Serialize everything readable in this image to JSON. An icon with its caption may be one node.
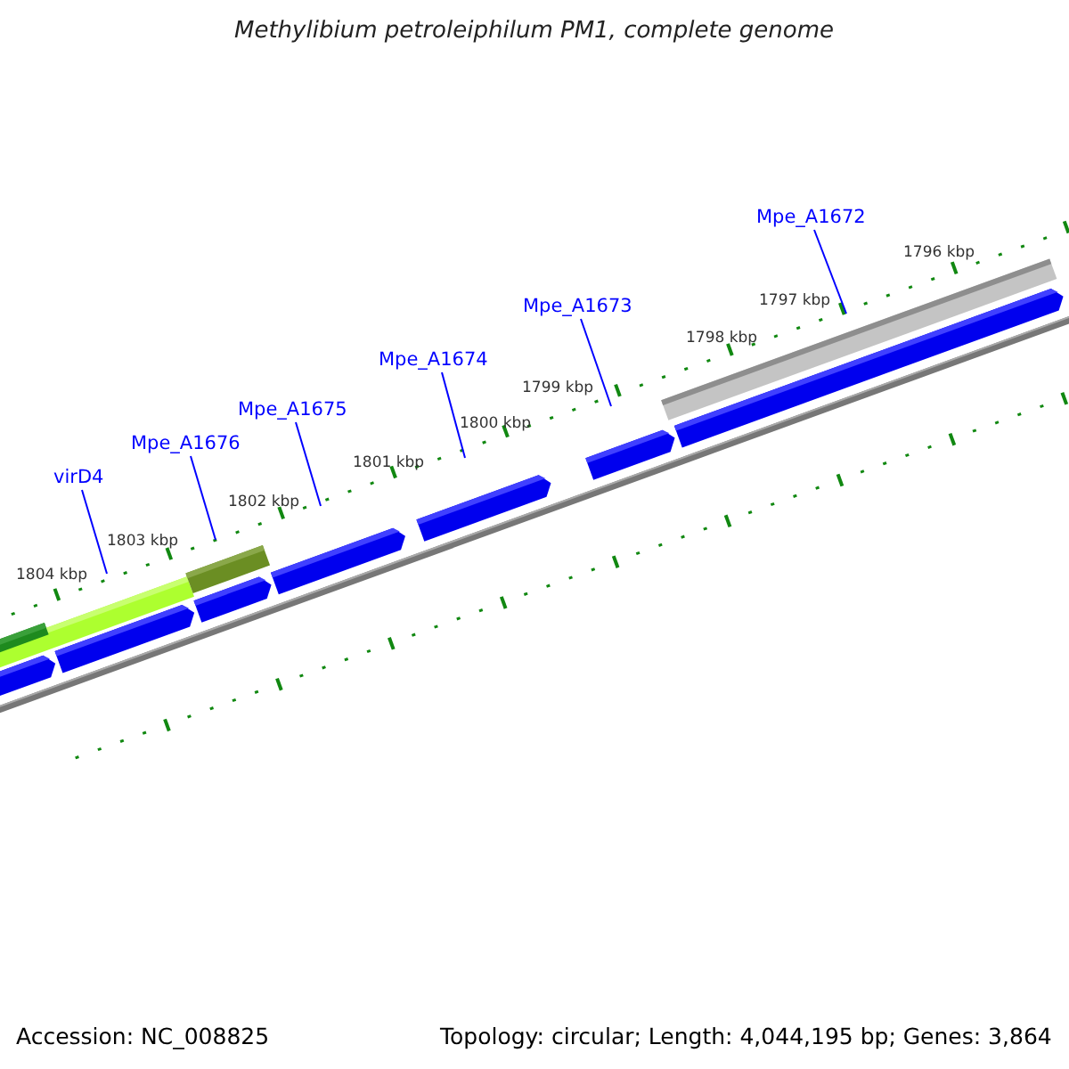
{
  "diagram": {
    "title": "Methylibium petroleiphilum PM1, complete genome",
    "nodes": [
      {
        "text": [
          "virD4"
        ]
      },
      {
        "text": [
          "Mpe_A1676"
        ]
      },
      {
        "text": [
          "Mpe_A1675"
        ]
      },
      {
        "text": [
          "Mpe_A1674"
        ]
      },
      {
        "text": [
          "Mpe_A1673"
        ]
      },
      {
        "text": [
          "Mpe_A1672"
        ]
      }
    ],
    "edges": [
      {
        "from": 0,
        "to": null,
        "arrow": "none"
      },
      {
        "from": 1,
        "to": null,
        "arrow": "none"
      },
      {
        "from": 2,
        "to": null,
        "arrow": "none"
      },
      {
        "from": 3,
        "to": null,
        "arrow": "none"
      },
      {
        "from": 4,
        "to": null,
        "arrow": "none"
      },
      {
        "from": 5,
        "to": null,
        "arrow": "none"
      }
    ],
    "labels": [
      "1804 kbp",
      "1803 kbp",
      "1802 kbp",
      "1801 kbp",
      "1800 kbp",
      "1799 kbp",
      "1798 kbp",
      "1797 kbp",
      "1796 kbp",
      "Accession: NC_008825",
      "Topology: circular; Length: 4,044,195 bp; Genes: 3,864"
    ]
  }
}
